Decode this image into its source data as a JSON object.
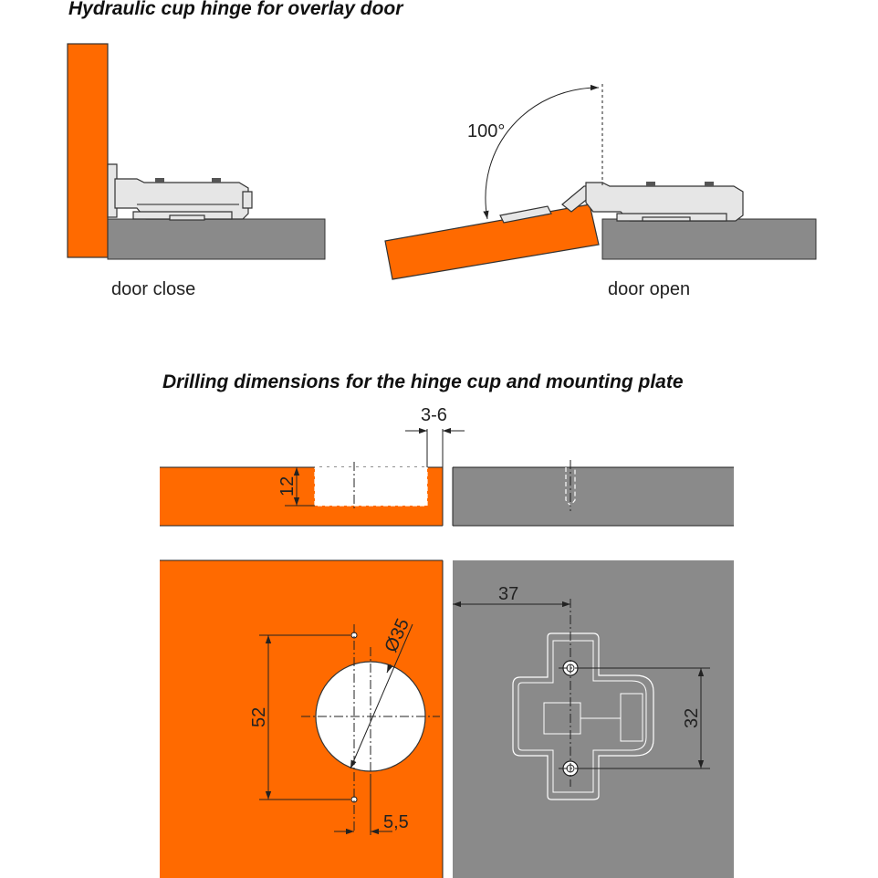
{
  "titles": {
    "top": "Hydraulic cup hinge for overlay door",
    "bottom": "Drilling dimensions for the hinge cup and mounting plate"
  },
  "captions": {
    "door_close": "door close",
    "door_open": "door open"
  },
  "angle_label": "100°",
  "dimensions": {
    "overlay_gap": "3-6",
    "cup_depth": "12",
    "cup_diameter": "Ø35",
    "screw_spacing": "52",
    "screw_offset": "5,5",
    "plate_distance": "37",
    "plate_spacing": "32"
  },
  "colors": {
    "door": "#ff6a00",
    "cabinet": "#8a8a8a",
    "hinge_metal": "#e6e6e6",
    "background": "#ffffff"
  }
}
